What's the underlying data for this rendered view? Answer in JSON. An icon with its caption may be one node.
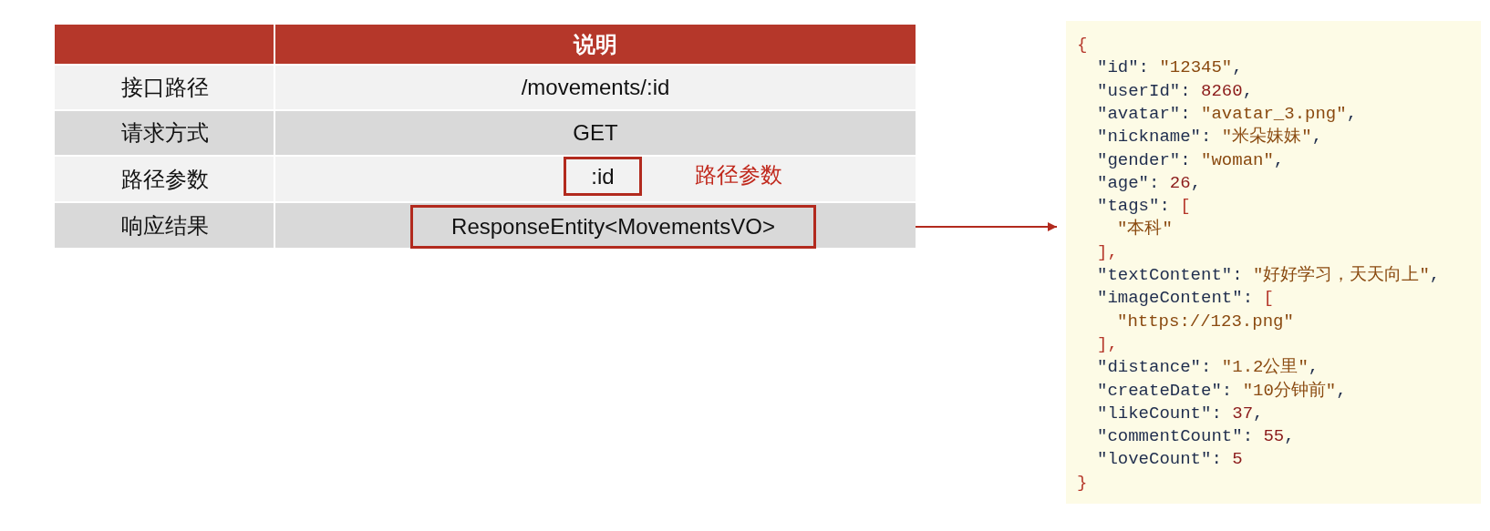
{
  "diagram": {
    "nodes": [
      {
        "text": [
          ":id"
        ]
      },
      {
        "text": [
          "ResponseEntity<MovementsVO>"
        ]
      },
      {
        "text": [
          "{",
          "\"id\": \"12345\",",
          "\"userId\": 8260,",
          "\"avatar\": \"avatar_3.png\",",
          "\"nickname\": \"米朵妹妹\",",
          "\"gender\": \"woman\",",
          "\"age\": 26,",
          "\"tags\": [",
          "\"本科\"",
          "],",
          "\"textContent\": \"好好学习，天天向上\",",
          "\"imageContent\": [",
          "\"https://123.png\"",
          "],",
          "\"distance\": \"1.2公里\",",
          "\"createDate\": \"10分钟前\",",
          "\"likeCount\": 37,",
          "\"commentCount\": 55,",
          "\"loveCount\": 5",
          "}"
        ]
      }
    ],
    "edges": [
      {
        "from": 1,
        "to": 2,
        "arrow": "to"
      }
    ],
    "labels": [
      "说明",
      "接口路径",
      "/movements/:id",
      "请求方式",
      "GET",
      "路径参数",
      "路径参数",
      "响应结果"
    ]
  }
}
